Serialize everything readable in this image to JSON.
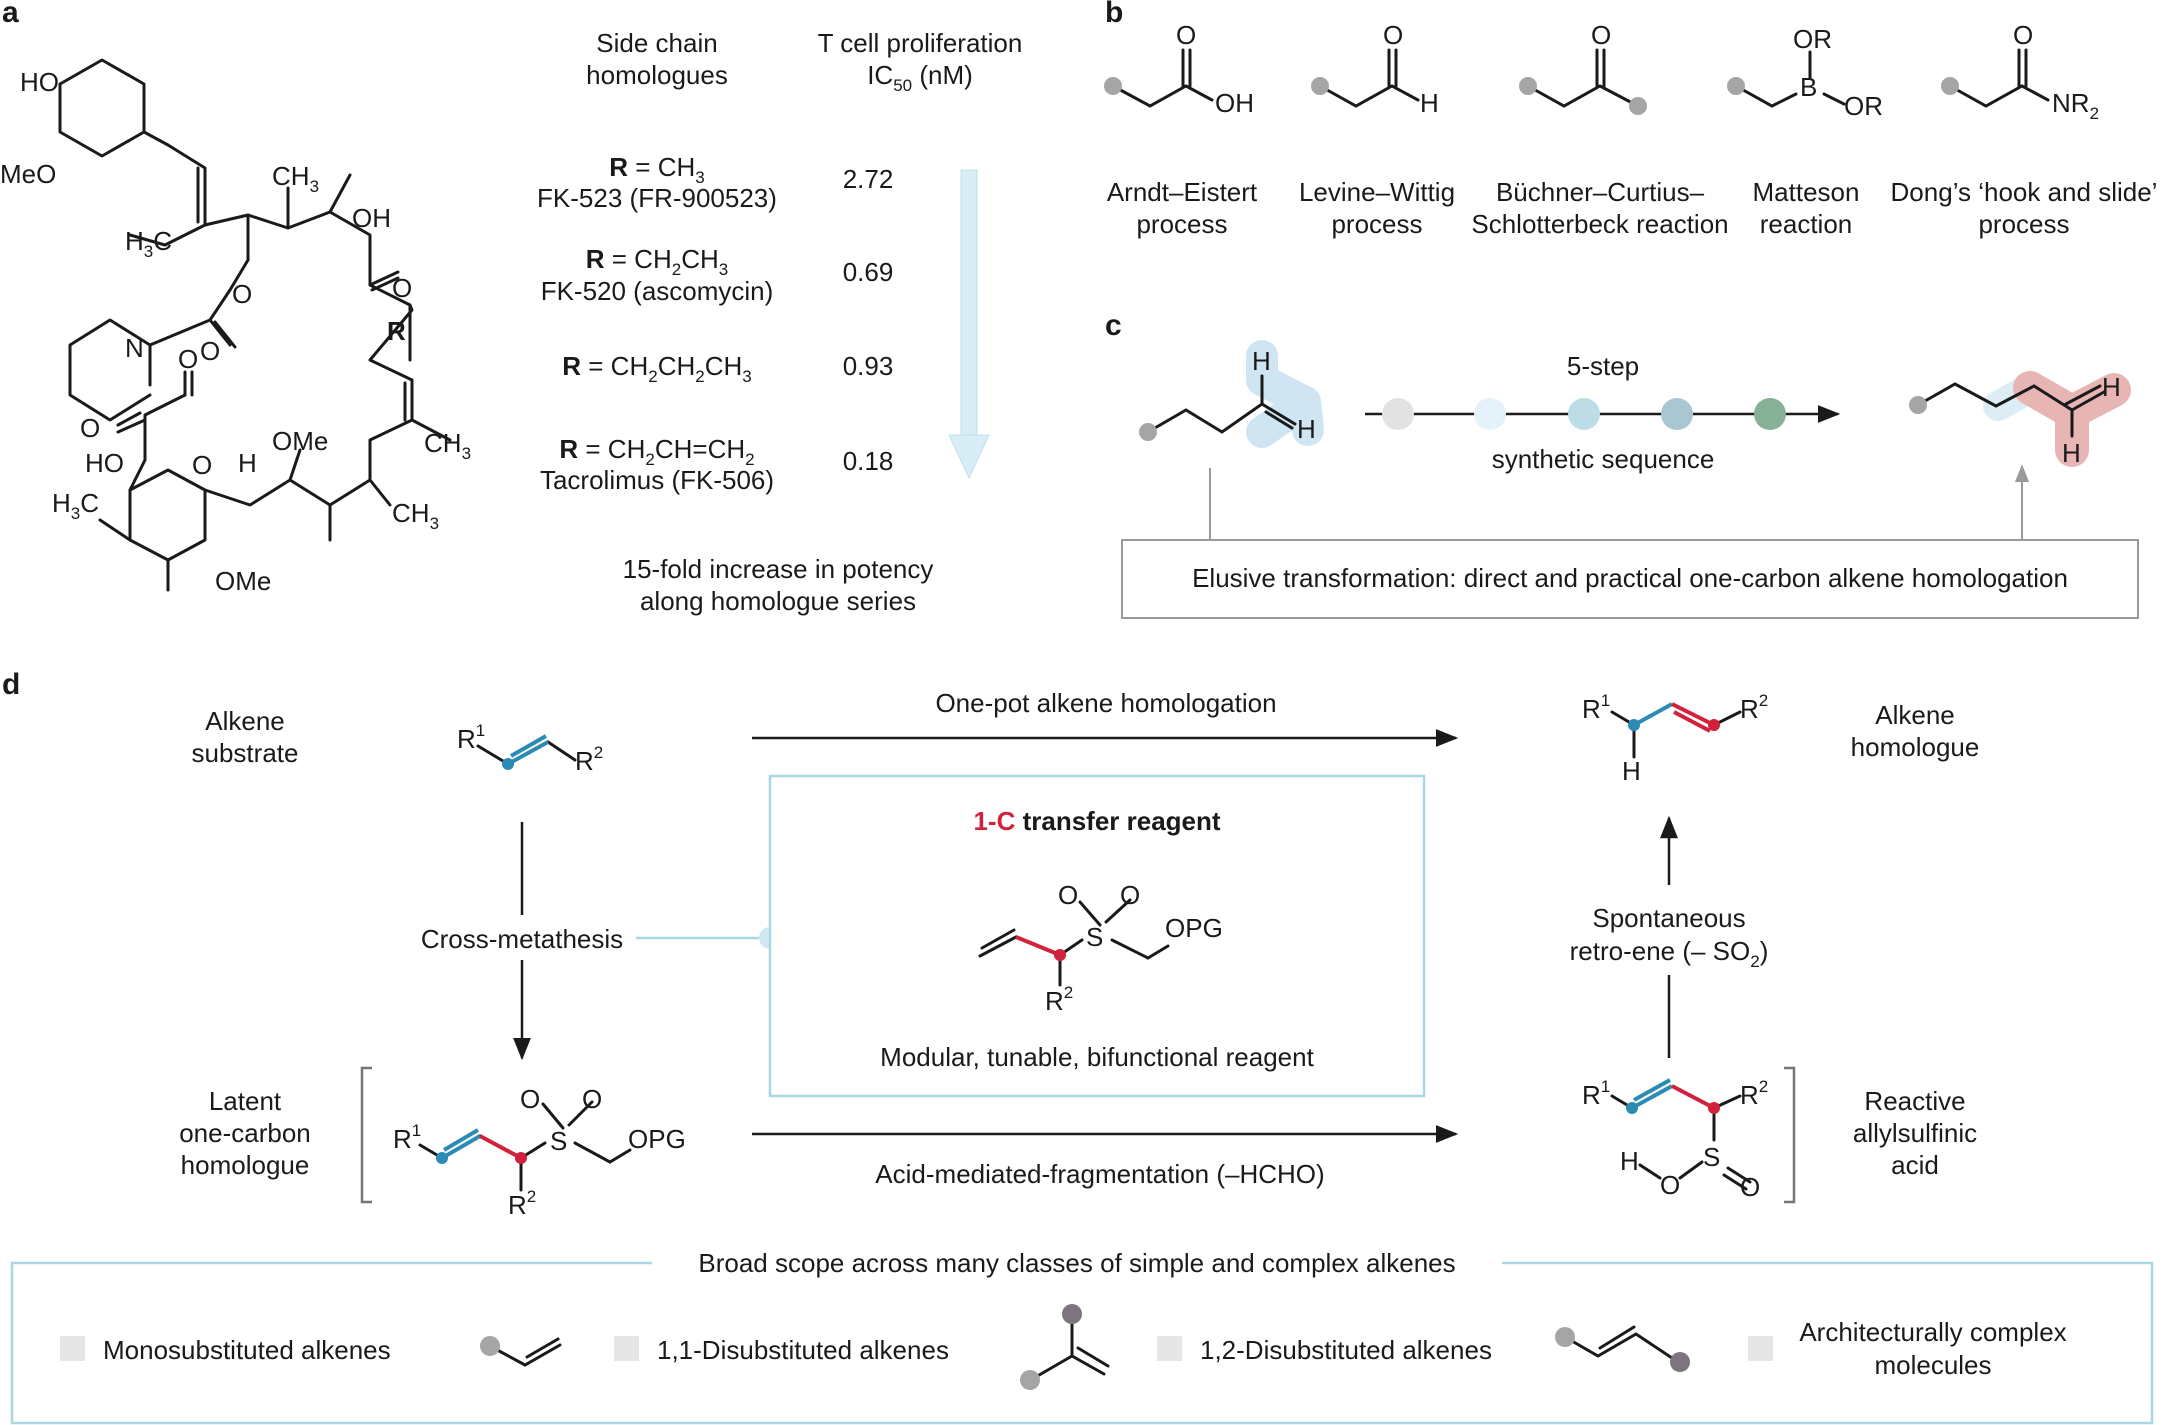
{
  "panels": {
    "a": "a",
    "b": "b",
    "c": "c",
    "d": "d"
  },
  "panel_a": {
    "col1_header": [
      "Side chain",
      "homologues"
    ],
    "col2_header_line1": "T cell proliferation",
    "col2_header_ic": "IC",
    "col2_header_sub": "50",
    "col2_header_unit": " (nM)",
    "rows": [
      {
        "r_label": "R",
        "formula": " = CH",
        "formula_sub": "3",
        "formula_rest": "",
        "name": "FK-523 (FR-900523)",
        "ic50": "2.72"
      },
      {
        "r_label": "R",
        "formula": " = CH",
        "formula_sub": "2",
        "formula_rest": "CH",
        "formula_sub2": "3",
        "name": "FK-520 (ascomycin)",
        "ic50": "0.69"
      },
      {
        "r_label": "R",
        "formula": " = CH",
        "formula_sub": "2",
        "formula_rest": "CH",
        "formula_sub2": "2",
        "formula_rest2": "CH",
        "formula_sub3": "3",
        "name": "",
        "ic50": "0.93"
      },
      {
        "r_label": "R",
        "formula": " = CH",
        "formula_sub": "2",
        "formula_rest": "CH=CH",
        "formula_sub2": "2",
        "name": "Tacrolimus (FK-506)",
        "ic50": "0.18"
      }
    ],
    "footer": [
      "15-fold increase in potency",
      "along homologue series"
    ],
    "mol_labels": {
      "ho": "HO",
      "meo": "MeO",
      "ch3a": "CH",
      "ch3a_sub": "3",
      "oh": "OH",
      "h3c": "H",
      "h3c_sub": "3",
      "h3c_c": "C",
      "o1": "O",
      "o2": "O",
      "r": "R",
      "n": "N",
      "o3": "O",
      "o4": "O",
      "o5": "O",
      "ome1": "OMe",
      "ch3b": "CH",
      "ch3b_sub": "3",
      "ho2": "HO",
      "o6": "O",
      "h": "H",
      "h3c2": "H",
      "h3c2_sub": "3",
      "h3c2_c": "C",
      "ch3c": "CH",
      "ch3c_sub": "3",
      "ome2": "OMe"
    }
  },
  "panel_b": {
    "items": [
      {
        "name": [
          "Arndt–Eistert",
          "process"
        ],
        "labels": {
          "o": "O",
          "oh": "OH"
        }
      },
      {
        "name": [
          "Levine–Wittig",
          "process"
        ],
        "labels": {
          "o": "O",
          "h": "H"
        }
      },
      {
        "name": [
          "Büchner–Curtius–",
          "Schlotterbeck reaction"
        ],
        "labels": {
          "o": "O"
        }
      },
      {
        "name": [
          "Matteson",
          "reaction"
        ],
        "labels": {
          "or1": "OR",
          "b": "B",
          "or2": "OR"
        }
      },
      {
        "name": [
          "Dong’s ‘hook and slide’",
          "process"
        ],
        "labels": {
          "o": "O",
          "nr": "NR",
          "nr_sub": "2"
        }
      }
    ]
  },
  "panel_c": {
    "arrow_top": "5-step",
    "arrow_bottom": "synthetic sequence",
    "h_labels": [
      "H",
      "H",
      "H",
      "H"
    ],
    "box_text": "Elusive transformation: direct and practical one-carbon alkene homologation",
    "colors": {
      "blue_highlight": "#cfe6f2",
      "red_highlight": "#e8b5b5",
      "step1": "#e2e2e2",
      "step2": "#e4f2fa",
      "step3": "#bcdde6",
      "step4": "#a9c6d3",
      "step5": "#86b197"
    }
  },
  "panel_d": {
    "alkene_substrate": [
      "Alkene",
      "substrate"
    ],
    "top_arrow": "One-pot alkene homologation",
    "alkene_homologue": [
      "Alkene",
      "homologue"
    ],
    "cross_metathesis": "Cross-metathesis",
    "reagent_title_red": "1-C",
    "reagent_title_rest": " transfer reagent",
    "reagent_desc": "Modular, tunable, bifunctional reagent",
    "spontaneous": "Spontaneous",
    "retro_ene_a": "retro-ene (– SO",
    "retro_ene_sub": "2",
    "retro_ene_b": ")",
    "latent": [
      "Latent",
      "one-carbon",
      "homologue"
    ],
    "bottom_arrow": "Acid-mediated-fragmentation (–HCHO)",
    "reactive": [
      "Reactive",
      "allylsulfinic",
      "acid"
    ],
    "labels": {
      "r": "R",
      "sup1": "1",
      "sup2": "2",
      "h": "H",
      "o": "O",
      "s": "S",
      "opg": "OPG"
    },
    "colors": {
      "blue": "#2c8bb5",
      "red": "#d2213a",
      "frame": "#a9d7e3"
    }
  },
  "scope": {
    "title": "Broad scope across many classes of simple and complex alkenes",
    "items": [
      "Monosubstituted alkenes",
      "1,1-Disubstituted alkenes",
      "1,2-Disubstituted alkenes"
    ],
    "last_item": [
      "Architecturally complex",
      "molecules"
    ]
  }
}
